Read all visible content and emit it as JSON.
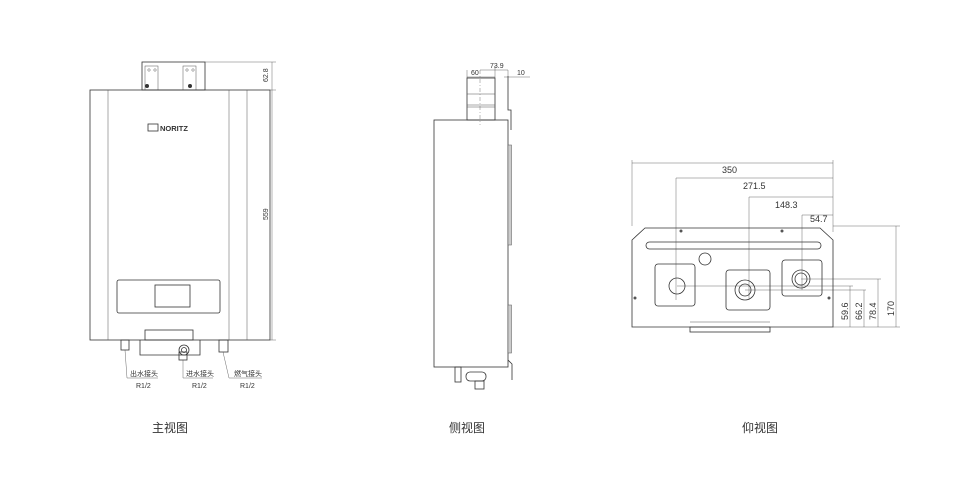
{
  "brand": "NORITZ",
  "front_view": {
    "caption": "主视图",
    "dims": {
      "bracket_height": "62.8",
      "body_height": "559"
    },
    "connectors": [
      {
        "label": "出水接头",
        "size": "R1/2"
      },
      {
        "label": "进水接头",
        "size": "R1/2"
      },
      {
        "label": "燃气接头",
        "size": "R1/2"
      }
    ]
  },
  "side_view": {
    "caption": "侧视图",
    "dims": {
      "flue_width": "60",
      "flue_offset": "73.9",
      "bracket_depth": "10"
    }
  },
  "bottom_view": {
    "caption": "仰视图",
    "dims": {
      "width": "350",
      "outlet_offset": "271.5",
      "inlet_offset": "148.3",
      "gas_offset": "54.7",
      "h1": "59.6",
      "h2": "66.2",
      "h3": "78.4",
      "depth": "170"
    }
  }
}
